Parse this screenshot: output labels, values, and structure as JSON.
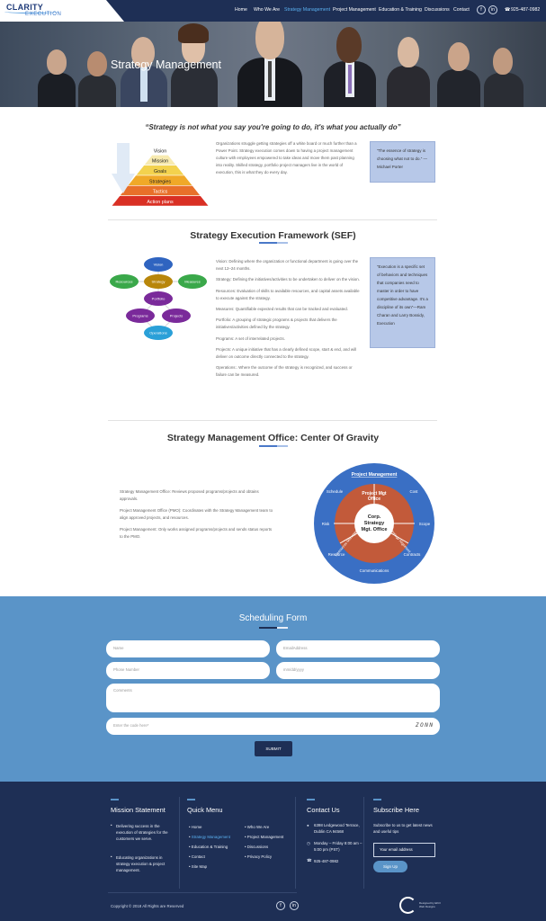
{
  "header": {
    "logo_line1": "CLARITY",
    "logo_line2": "EXECUTION",
    "nav": [
      "Home",
      "Who We Are",
      "Strategy Management",
      "Project Management",
      "Education & Training",
      "Discussions",
      "Contact"
    ],
    "active_nav": "Strategy Management",
    "social": [
      "f",
      "in"
    ],
    "phone": "925-487-0982"
  },
  "hero": {
    "title": "Strategy Management"
  },
  "quote": "“Strategy is not what you say you're going to do, it's what you actually do”",
  "pyramid": {
    "levels": [
      "Vision",
      "Mission",
      "Goals",
      "Strategies",
      "Tactics",
      "Action plans"
    ],
    "colors": [
      "#ffffff",
      "#f7eab0",
      "#f3d24e",
      "#f0a928",
      "#e8702a",
      "#d93024"
    ]
  },
  "section1": {
    "para": "Organizations struggle getting strategies off a white board or much further than a Power Point. Strategy execution comes down to having a project management culture with employees empowered to take ideas and move them past planning into reality. Skilled strategy, portfolio project managers live in the world of execution, this is what they do every day.",
    "side_quote": "“The essence of strategy is choosing what not to do.” —Michael Porter"
  },
  "sef": {
    "title": "Strategy Execution Framework (SEF)",
    "nodes": [
      {
        "label": "Vision",
        "color": "#2f64c0"
      },
      {
        "label": "Resources",
        "color": "#3aa84a"
      },
      {
        "label": "Strategy",
        "color": "#b8860b"
      },
      {
        "label": "Measures",
        "color": "#3aa84a"
      },
      {
        "label": "Portfolio",
        "color": "#7a2a9a"
      },
      {
        "label": "Programs",
        "color": "#7a2a9a"
      },
      {
        "label": "Projects",
        "color": "#7a2a9a"
      },
      {
        "label": "Operations",
        "color": "#2aa0d8"
      }
    ],
    "items": [
      "Vision: Defining where the organization or functional department is going over the next 12–24 months.",
      "Strategy: Defining the initiatives/activities to be undertaken to deliver on the vision.",
      "Resources: Evaluation of skills to available resources, and capital assets available to execute against the strategy.",
      "Measures: Quantifiable expected results that can be tracked and evaluated.",
      "Portfolio: A grouping of strategic programs & projects that delivers the initiatives/activities defined by the strategy.",
      "Programs: A set of interrelated projects.",
      "Projects: A unique initiative that has a clearly defined scope, start & end, and will deliver on outcome directly connected to the strategy.",
      "Operations:. Where the outcome of the strategy is recognized, and success or failure can be measured."
    ],
    "side_quote": "“Execution is a specific set of behaviors and techniques that companies need to master in order to have competitive advantage. It's a discipline of its own”—Ram Charan and Larry Bossidy, Execution"
  },
  "smo": {
    "title": "Strategy Management Office: Center Of Gravity",
    "items": [
      "Strategy Management Office: Reviews proposed programs/projects and obtains approvals.",
      "Project Management Office (PMO): Coordinates with the Strategy Management team to align approved projects, and resources.",
      "Project Management: Only works assigned programs/projects and sends status reports to the PMO."
    ],
    "diagram": {
      "outer": "Project Management",
      "outer_labels": [
        "Schedule",
        "Cost",
        "Scope",
        "Contracts",
        "Communications",
        "Resource",
        "Risk"
      ],
      "middle_top": "Project Mgt Office",
      "middle_left": "Resources Management",
      "middle_right": "Strategy Alignment",
      "center": "Corp. Strategy Mgt. Office"
    }
  },
  "form": {
    "title": "Scheduling Form",
    "name_ph": "Name",
    "email_ph": "EmailAddress",
    "phone_ph": "Phone Number",
    "date_ph": "mm/dd/yyyy",
    "comments_ph": "Comments",
    "captcha_ph": "Enter the code here*",
    "captcha_code": "ZONN",
    "submit": "SUBMIT"
  },
  "footer": {
    "mission_title": "Mission Statement",
    "mission_items": [
      "Delivering success in the execution of strategies for the customers we serve.",
      "Educating organizations in strategy execution & project management."
    ],
    "menu_title": "Quick Menu",
    "menu_col1": [
      "Home",
      "Strategy Management",
      "Education & Training",
      "Contact",
      "Site Map"
    ],
    "menu_col2": [
      "Who We Are",
      "Project Management",
      "Discussions",
      "Privacy Policy"
    ],
    "contact_title": "Contact Us",
    "address": "6398 Ledgewood Terrace, Dublin CA 94568",
    "hours": "Monday – Friday 8:00 am – 5:00 pm (PST)",
    "phone": "925-487-0982",
    "subscribe_title": "Subscribe Here",
    "subscribe_text": "Subscribe to us to get latest news and useful tips",
    "email_ph": "Your email address",
    "signup": "Sign Up",
    "copyright": "Copyright © 2018 All Rights are Reserved",
    "social": [
      "f",
      "in"
    ],
    "credit": "Designed by EKO Web Designs"
  }
}
